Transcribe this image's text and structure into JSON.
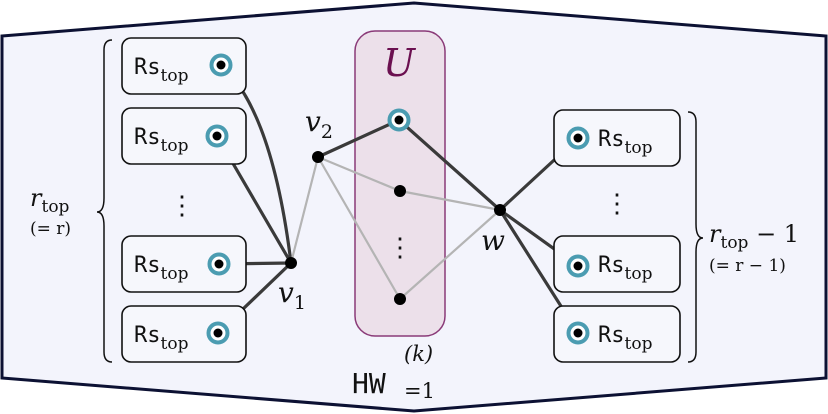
{
  "colors": {
    "frame_fill": "#f3f4fc",
    "frame_stroke": "#0c1133",
    "u_fill": "#ece0ea",
    "u_stroke": "#8a3a78",
    "u_label": "#6b1050",
    "port_ring": "#4b9cb1",
    "dark_edge": "#3a3a3a",
    "light_edge": "#b4b4b4",
    "box_fill": "#f6f7fc"
  },
  "gadget_base": "Rs",
  "gadget_sub": "top",
  "left_group": {
    "label_main": "r",
    "label_sub": "top",
    "label_note": "(= r)",
    "ellipsis": "⋮"
  },
  "right_group": {
    "label_main": "r",
    "label_sub": "top",
    "label_tail": " − 1",
    "label_note": "(= r − 1)",
    "ellipsis": "⋮"
  },
  "u_region": {
    "label": "U",
    "ellipsis": "⋮",
    "caption_base": "HW",
    "caption_sup": "(k)",
    "caption_sub": "=1"
  },
  "vertices": {
    "v1": {
      "base": "v",
      "sub": "1"
    },
    "v2": {
      "base": "v",
      "sub": "2"
    },
    "w": {
      "base": "w"
    }
  }
}
